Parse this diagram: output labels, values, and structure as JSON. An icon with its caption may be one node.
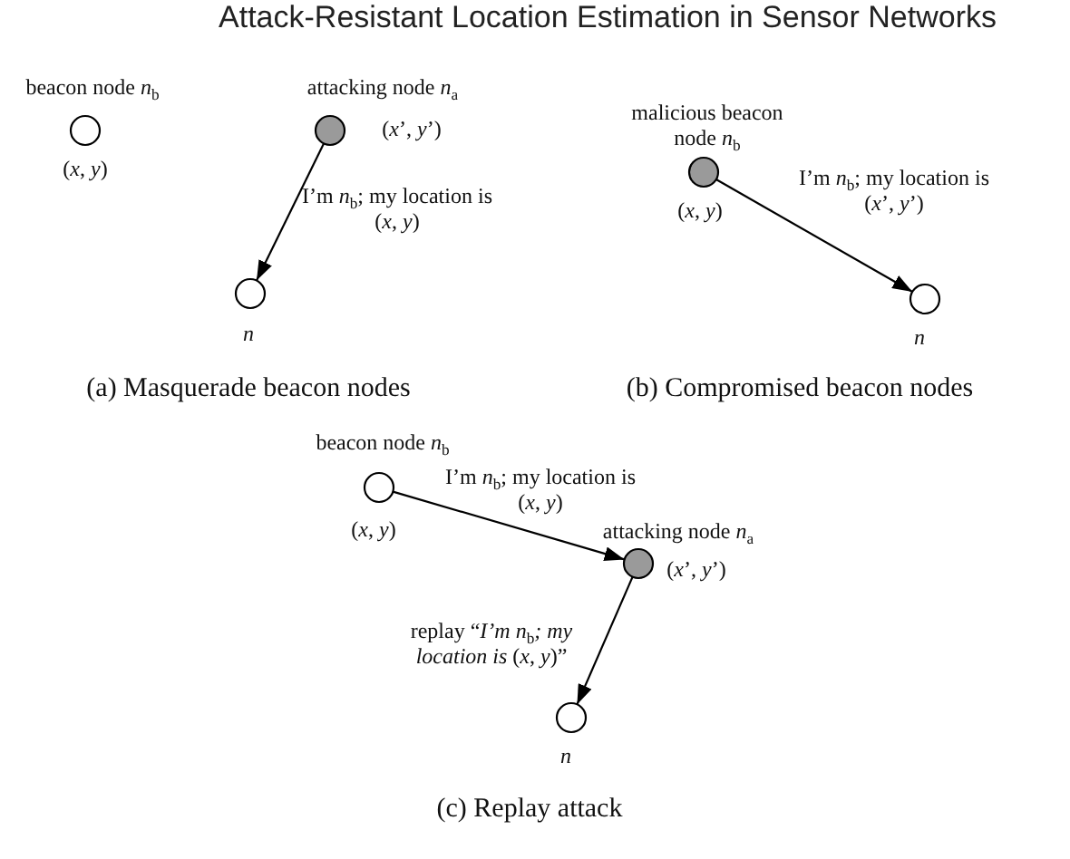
{
  "diagram": {
    "title": "Attack-Resistant Location Estimation in Sensor Networks",
    "nodes": [
      {
        "text": [],
        "shape": "circle",
        "beside": [
          "beacon node *n*$_{b}$",
          "(*x*, *y*)"
        ]
      },
      {
        "text": [],
        "shape": "circle",
        "beside": [
          "attacking node *n*$_{a}$",
          "(*x*’, *y*’)"
        ]
      },
      {
        "text": [],
        "shape": "circle",
        "beside": [
          "n"
        ]
      },
      {
        "text": [],
        "shape": "circle",
        "beside": [
          "malicious beacon node *n*$_{b}$",
          "(*x*, *y*)"
        ]
      },
      {
        "text": [],
        "shape": "circle",
        "beside": [
          "n"
        ]
      },
      {
        "text": [],
        "shape": "circle",
        "beside": [
          "beacon node *n*$_{b}$",
          "(*x*, *y*)"
        ]
      },
      {
        "text": [],
        "shape": "circle",
        "beside": [
          "attacking node *n*$_{a}$",
          "(*x*’, *y*’)"
        ]
      },
      {
        "text": [],
        "shape": "circle",
        "beside": [
          "n"
        ]
      }
    ],
    "edges": [
      {
        "from": 1,
        "to": 2,
        "arrow": "to",
        "label": "I’m *n*$_{b}$; my location is (*x*, *y*)"
      },
      {
        "from": 3,
        "to": 4,
        "arrow": "to",
        "label": "I’m *n*$_{b}$; my location is (*x*’, *y*’)"
      },
      {
        "from": 5,
        "to": 6,
        "arrow": "to",
        "label": "I’m *n*$_{b}$; my location is (*x*, *y*)"
      },
      {
        "from": 6,
        "to": 7,
        "arrow": "to",
        "label": "replay “*I’m n*$_{b}$*; my location is* (*x*, *y*)”"
      }
    ],
    "labels": [
      "(a) Masquerade beacon nodes",
      "(b) Compromised beacon nodes",
      "(c) Replay attack"
    ]
  }
}
